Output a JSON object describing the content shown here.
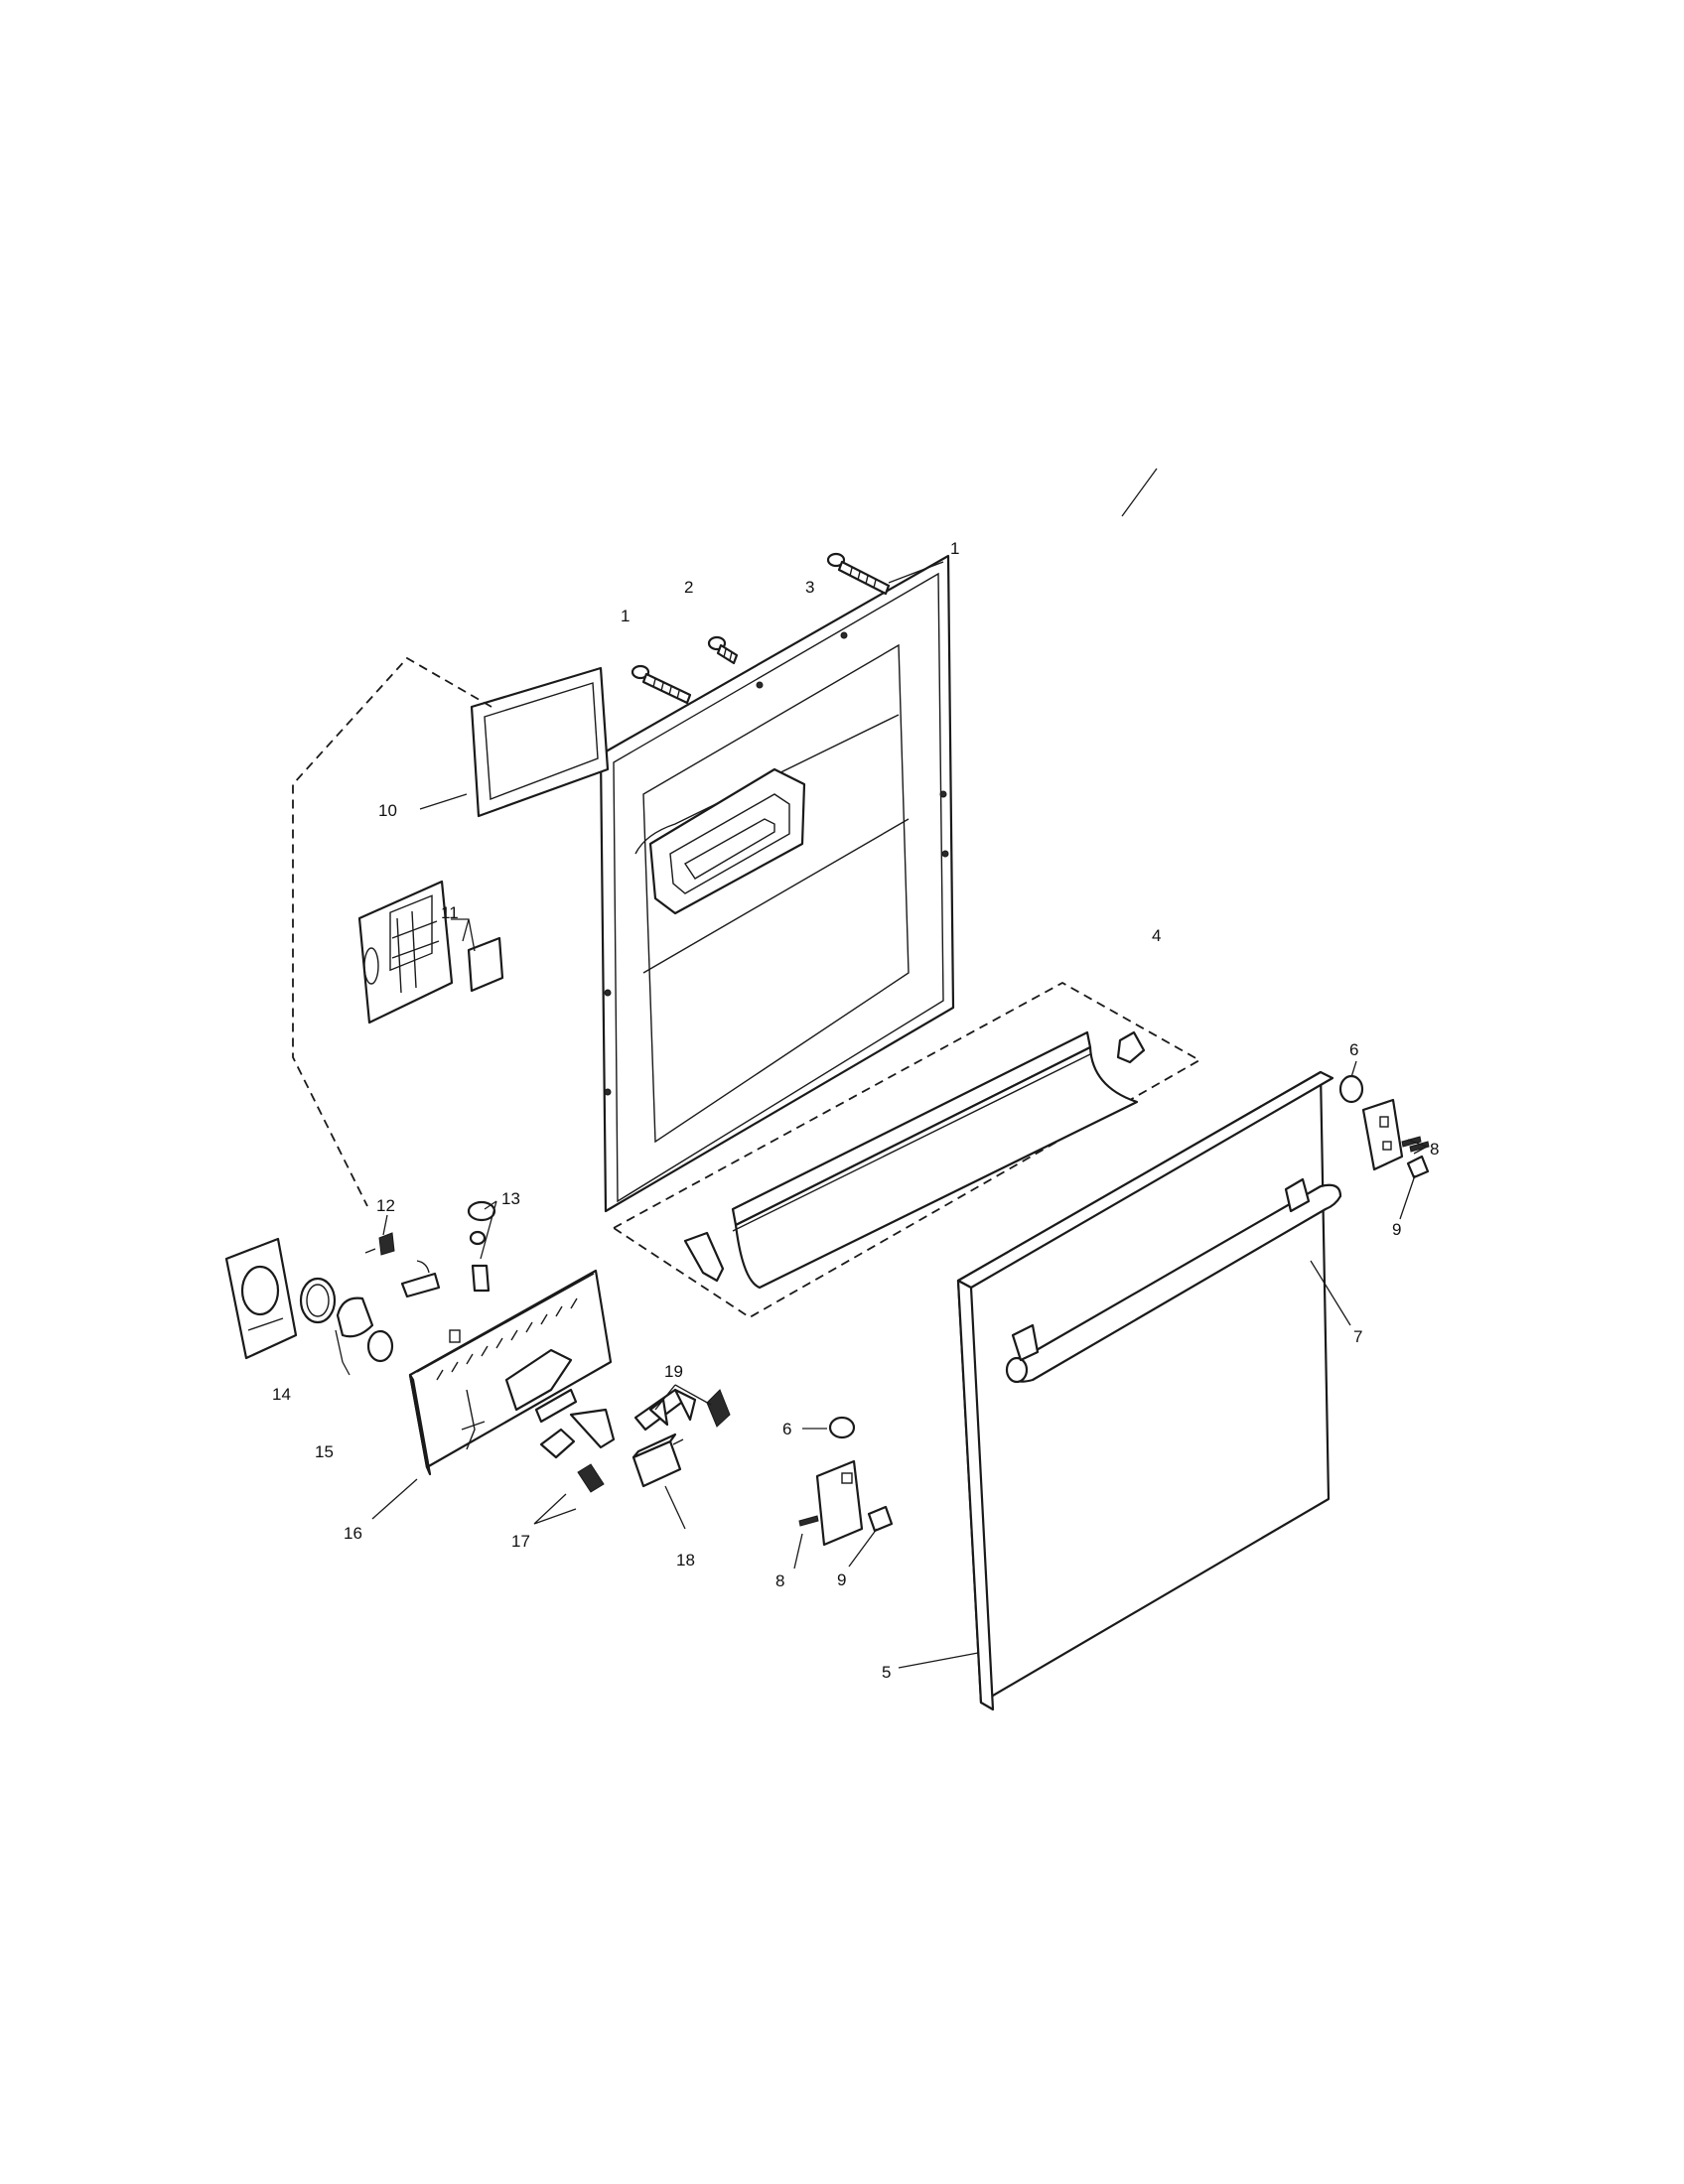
{
  "callouts": [
    {
      "id": "c1a",
      "label": "1"
    },
    {
      "id": "c1b",
      "label": "1"
    },
    {
      "id": "c2",
      "label": "2"
    },
    {
      "id": "c3",
      "label": "3"
    },
    {
      "id": "c4",
      "label": "4"
    },
    {
      "id": "c5",
      "label": "5"
    },
    {
      "id": "c6a",
      "label": "6"
    },
    {
      "id": "c6b",
      "label": "6"
    },
    {
      "id": "c7",
      "label": "7"
    },
    {
      "id": "c8a",
      "label": "8"
    },
    {
      "id": "c8b",
      "label": "8"
    },
    {
      "id": "c9a",
      "label": "9"
    },
    {
      "id": "c9b",
      "label": "9"
    },
    {
      "id": "c10",
      "label": "10"
    },
    {
      "id": "c11",
      "label": "11"
    },
    {
      "id": "c12",
      "label": "12"
    },
    {
      "id": "c13",
      "label": "13"
    },
    {
      "id": "c14",
      "label": "14"
    },
    {
      "id": "c15",
      "label": "15"
    },
    {
      "id": "c16",
      "label": "16"
    },
    {
      "id": "c17",
      "label": "17"
    },
    {
      "id": "c18",
      "label": "18"
    },
    {
      "id": "c19",
      "label": "19"
    }
  ]
}
